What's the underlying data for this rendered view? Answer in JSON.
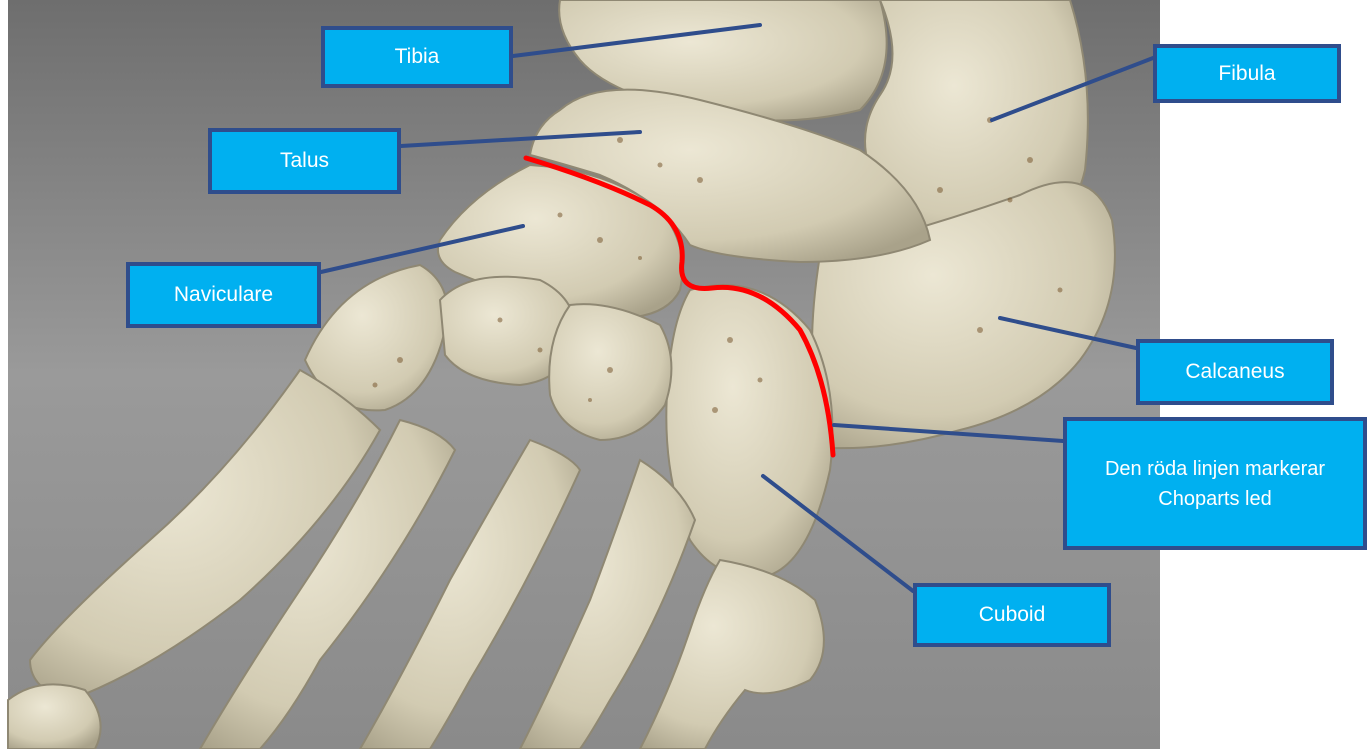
{
  "labels": {
    "tibia": "Tibia",
    "fibula": "Fibula",
    "talus": "Talus",
    "naviculare": "Naviculare",
    "calcaneus": "Calcaneus",
    "chopart": "Den röda linjen markerar Choparts led",
    "cuboid": "Cuboid"
  },
  "colors": {
    "label_fill": "#00b0f0",
    "label_border": "#2f4d8c",
    "leader_line": "#2f4d8c",
    "chopart_line": "#ff0000",
    "bone": "#d9d3bd",
    "background_gray": "#8d8d8d"
  }
}
